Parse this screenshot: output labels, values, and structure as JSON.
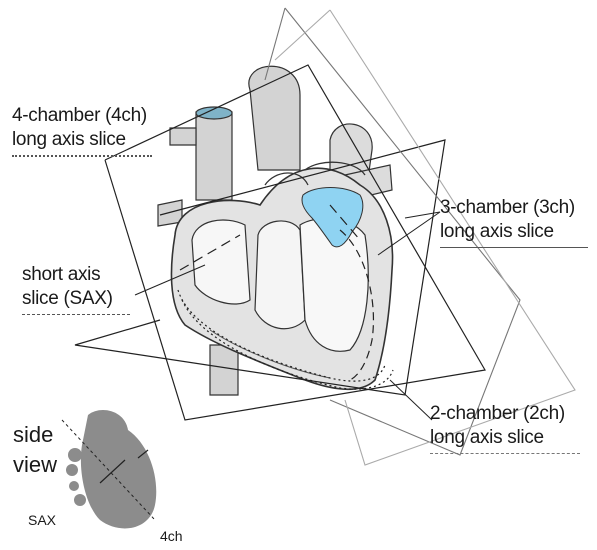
{
  "labels": {
    "four_ch_line1": "4-chamber (4ch)",
    "four_ch_line2": "long axis slice",
    "three_ch_line1": "3-chamber (3ch)",
    "three_ch_line2": "long axis slice",
    "sax_line1": "short axis",
    "sax_line2": "slice (SAX)",
    "two_ch_line1": "2-chamber (2ch)",
    "two_ch_line2": "long axis slice"
  },
  "side_view": {
    "title_line1": "side",
    "title_line2": "view",
    "sax_label": "SAX",
    "four_ch_label": "4ch"
  },
  "colors": {
    "aortic_valve_highlight": "#8fd3f2",
    "heart_outline": "#333333",
    "heart_shading": "#cfcfcf",
    "side_view_heart": "#8c8c8c",
    "plane_line": "#222222",
    "plane_line_light": "#9a9a9a"
  }
}
